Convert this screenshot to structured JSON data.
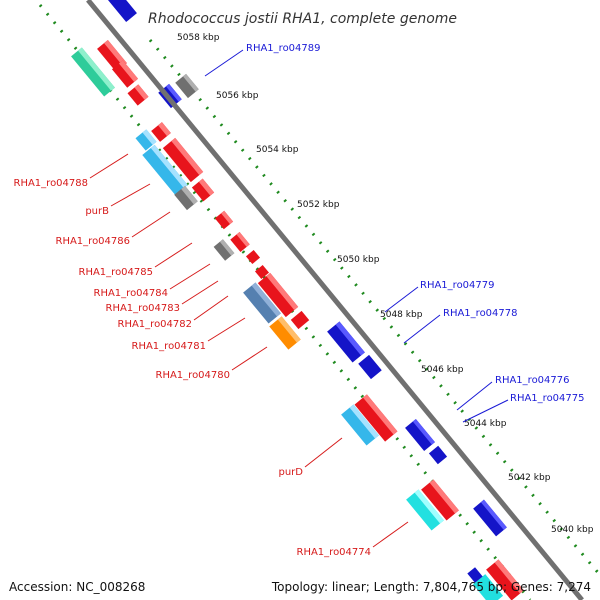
{
  "title": "Rhodococcus jostii RHA1, complete genome",
  "footer": {
    "accession": "Accession: NC_008268",
    "stats": "Topology: linear; Length: 7,804,765 bp; Genes: 7,274"
  },
  "colors": {
    "backbone": "#808080",
    "scale_dots": "#1f8a1f",
    "forward_label": "#1a1ad6",
    "reverse_label": "#d61a1a"
  },
  "scale_ticks": [
    "5058 kbp",
    "5056 kbp",
    "5054 kbp",
    "5052 kbp",
    "5050 kbp",
    "5048 kbp",
    "5046 kbp",
    "5044 kbp",
    "5042 kbp",
    "5040 kbp"
  ],
  "forward_labels": [
    "RHA1_ro04789",
    "RHA1_ro04779",
    "RHA1_ro04778",
    "RHA1_ro04776",
    "RHA1_ro04775"
  ],
  "reverse_labels": [
    "RHA1_ro04788",
    "purB",
    "RHA1_ro04786",
    "RHA1_ro04785",
    "RHA1_ro04784",
    "RHA1_ro04783",
    "RHA1_ro04782",
    "RHA1_ro04781",
    "RHA1_ro04780",
    "purD",
    "RHA1_ro04774"
  ],
  "feature_colors": [
    "red",
    "blue",
    "gray",
    "teal",
    "green",
    "cyan",
    "steelblue",
    "orange"
  ]
}
